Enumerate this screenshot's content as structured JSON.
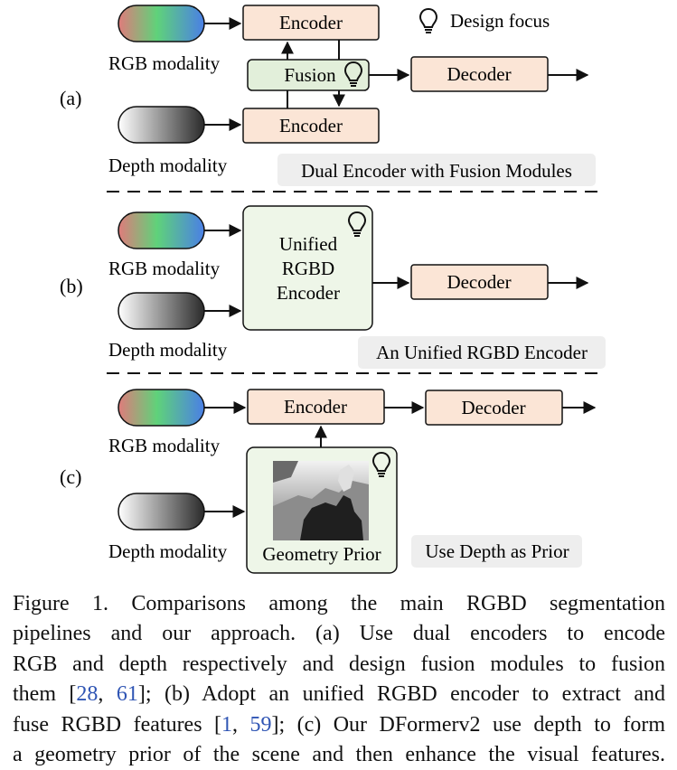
{
  "legend": {
    "label": "Design focus"
  },
  "panel_a": {
    "tag": "(a)",
    "rgb_label": "RGB modality",
    "depth_label": "Depth modality",
    "encoder_top": "Encoder",
    "encoder_bottom": "Encoder",
    "fusion": "Fusion",
    "decoder": "Decoder",
    "title": "Dual Encoder with Fusion Modules"
  },
  "panel_b": {
    "tag": "(b)",
    "rgb_label": "RGB modality",
    "depth_label": "Depth modality",
    "unified_line1": "Unified",
    "unified_line2": "RGBD",
    "unified_line3": "Encoder",
    "decoder": "Decoder",
    "title": "An Unified RGBD Encoder"
  },
  "panel_c": {
    "tag": "(c)",
    "rgb_label": "RGB modality",
    "depth_label": "Depth modality",
    "encoder": "Encoder",
    "decoder": "Decoder",
    "prior": "Geometry Prior",
    "title": "Use Depth as Prior"
  },
  "caption": {
    "line1": "Figure 1.  Comparisons among the main RGBD segmentation",
    "line2": "pipelines and our approach.  (a) Use dual encoders to encode",
    "line3": "RGB and depth respectively and design fusion modules to fusion",
    "line4_pre": "them [",
    "line4_cite1": "28",
    "line4_sep": ", ",
    "line4_cite2": "61",
    "line4_post": "]; (b) Adopt an unified RGBD encoder to extract and",
    "line5_pre": "fuse RGBD features [",
    "line5_cite1": "1",
    "line5_sep": ", ",
    "line5_cite2": "59",
    "line5_post": "]; (c) Our DFormerv2 use depth to form",
    "line6": "a geometry prior of the scene and then enhance the visual features."
  },
  "colors": {
    "encoder_fill": "#fbe5d6",
    "fusion_fill": "#e2efda",
    "unified_fill": "#eef6e8",
    "tag_fill": "#eeeeee",
    "citation": "#2f55b4"
  }
}
